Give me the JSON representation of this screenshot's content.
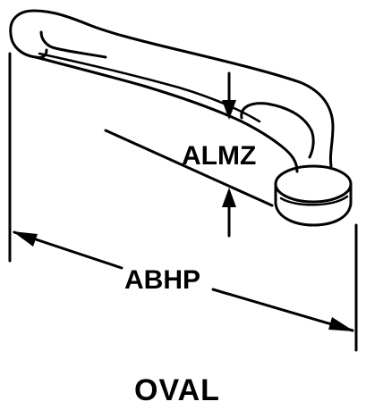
{
  "drawing": {
    "dimension_labels": {
      "height_offset": "ALMZ",
      "overall_length": "ABHP"
    },
    "caption": "OVAL"
  }
}
